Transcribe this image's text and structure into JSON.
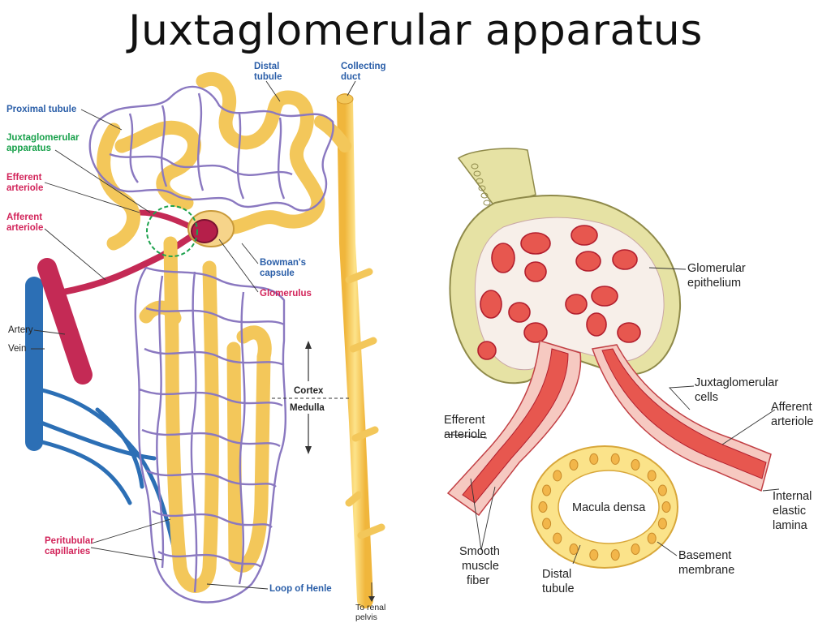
{
  "title": "Juxtaglomerular apparatus",
  "left_labels": {
    "distal_tubule_1": "Distal",
    "distal_tubule_2": "tubule",
    "collecting_duct_1": "Collecting",
    "collecting_duct_2": "duct",
    "proximal_tubule": "Proximal tubule",
    "jga_1": "Juxtaglomerular",
    "jga_2": "apparatus",
    "efferent_1": "Efferent",
    "efferent_2": "arteriole",
    "afferent_1": "Afferent",
    "afferent_2": "arteriole",
    "bowmans_1": "Bowman's",
    "bowmans_2": "capsule",
    "glomerulus": "Glomerulus",
    "artery": "Artery",
    "vein": "Vein",
    "cortex": "Cortex",
    "medulla": "Medulla",
    "peritubular_1": "Peritubular",
    "peritubular_2": "capillaries",
    "loop_of_henle": "Loop of Henle",
    "renal_pelvis_1": "To renal",
    "renal_pelvis_2": "pelvis"
  },
  "right_labels": {
    "glomerular_epithelium_1": "Glomerular",
    "glomerular_epithelium_2": "epithelium",
    "jg_cells_1": "Juxtaglomerular",
    "jg_cells_2": "cells",
    "efferent_1": "Efferent",
    "efferent_2": "arteriole",
    "afferent_1": "Afferent",
    "afferent_2": "arteriole",
    "macula_densa": "Macula densa",
    "internal_elastic_1": "Internal",
    "internal_elastic_2": "elastic",
    "internal_elastic_3": "lamina",
    "smooth_muscle_1": "Smooth",
    "smooth_muscle_2": "muscle",
    "smooth_muscle_3": "fiber",
    "distal_tubule_1": "Distal",
    "distal_tubule_2": "tubule",
    "basement_1": "Basement",
    "basement_2": "membrane"
  },
  "colors": {
    "label_blue": "#2a5ea8",
    "label_green": "#17a04a",
    "label_red": "#d2245a",
    "tubule_yellow": "#f9d35e",
    "capillary_purple": "#8a78c0",
    "artery_red": "#c42a55",
    "vein_blue": "#2c6fb5",
    "capsule_olive": "#e6e2a4"
  }
}
